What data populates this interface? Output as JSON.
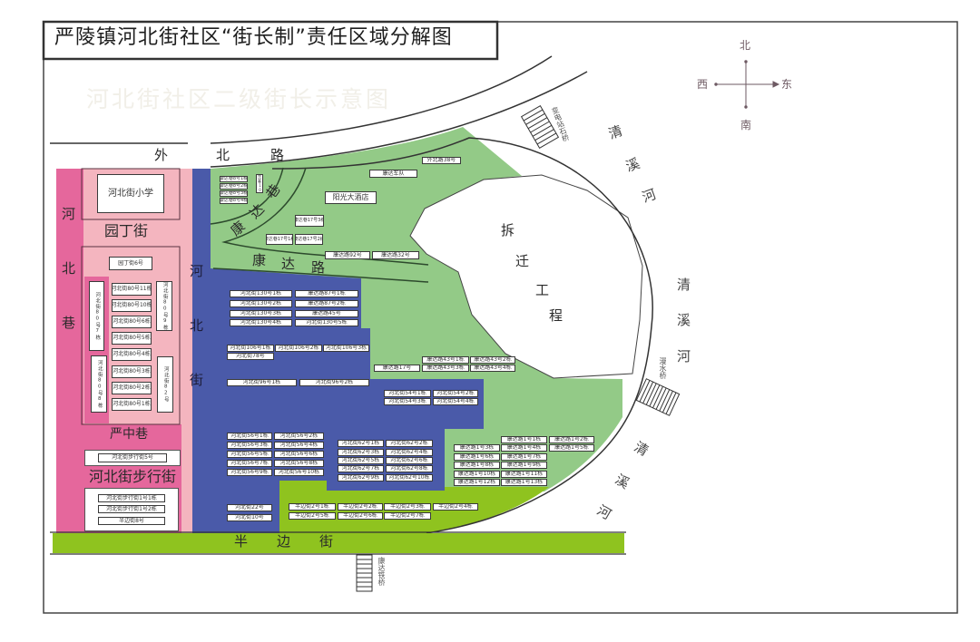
{
  "title": "严陵镇河北街社区“街长制”责任区域分解图",
  "watermark": "河北街社区二级街长示意图",
  "compass": {
    "north": "北",
    "south": "南",
    "west": "西",
    "east": "东"
  },
  "roads": {
    "waibei_lu": [
      "外",
      "北",
      "路"
    ],
    "yuanding_jie": "园丁街",
    "hebei_xiang": [
      "河",
      "北",
      "巷"
    ],
    "hebei_jie": [
      "河",
      "北",
      "街"
    ],
    "kangda_xiang": [
      "康",
      "达",
      "巷"
    ],
    "kangda_lu": [
      "康",
      "达",
      "路"
    ],
    "yanzhong_xiang": "严中巷",
    "hebei_buxingjie": "河北街步行街",
    "banbian_jie": [
      "半",
      "边",
      "街"
    ]
  },
  "river": {
    "labels": [
      [
        "清",
        "溪",
        "河"
      ],
      [
        "清",
        "溪",
        "河"
      ],
      [
        "清",
        "溪",
        "河"
      ]
    ]
  },
  "bridges": {
    "top": "变电站石桥",
    "right": "漫水桥",
    "bottom": "康达铁桥"
  },
  "demolition_zone": [
    "拆",
    "迁",
    "工",
    "程"
  ],
  "colors": {
    "hebei_xiang_zone": "#e5679c",
    "yuanding_zone": "#f4b5bf",
    "hebei_jie_zone": "#4a5aa9",
    "kangda_zone": "#93ca87",
    "banbian_zone": "#8fc31f",
    "compass": "#6e5a63"
  },
  "buildings": {
    "pink": {
      "school": "河北街小学",
      "yuanding6": "园丁街6号",
      "middle": [
        "河北街80号11栋",
        "河北街80号10栋",
        "河北街80号6栋",
        "河北街80号5栋",
        "河北街80号4栋",
        "河北街80号3栋",
        "河北街80号2栋",
        "河北街80号1栋"
      ],
      "left_vertical": [
        "河北街80号7栋",
        "河北街80号8栋"
      ],
      "right_vertical": [
        "河北街80号9栋",
        "河北街82号"
      ],
      "buxingjie": [
        "河北街步行街5号",
        "河北街步行街1号1栋",
        "河北街步行街1号2栋",
        "半边街8号"
      ]
    },
    "green": {
      "kdx8": [
        "康达巷8号1栋",
        "康达巷8号2栋",
        "康达巷8号3栋",
        "康达巷8号4栋"
      ],
      "kdx10": "康达巷10号",
      "kdx17": [
        "康达巷17号1栋",
        "康达巷17号2栋",
        "康达巷17号3栋"
      ],
      "hotel": "阳光大酒店",
      "fleet": "康达车队",
      "wbl38": "外北路38号",
      "kdl92": "康达路92号",
      "kdl32": "康达路32号",
      "kdl17": "康达路17号",
      "kdl43": [
        "康达路43号1栋",
        "康达路43号2栋",
        "康达路43号3栋",
        "康达路43号4栋"
      ],
      "kdl1": [
        "康达路1号1栋",
        "康达路1号2栋",
        "康达路1号3栋",
        "康达路1号4栋",
        "康达路1号5栋",
        "康达路1号6栋",
        "康达路1号7栋",
        "康达路1号8栋",
        "康达路1号9栋",
        "康达路1号10栋",
        "康达路1号11栋",
        "康达路1号12栋",
        "康达路1号13栋"
      ]
    },
    "blue": {
      "r130": [
        [
          "河北街130号1栋",
          "康达路87号1栋"
        ],
        [
          "河北街130号2栋",
          "康达路87号2栋"
        ],
        [
          "河北街130号3栋",
          "康达路45号"
        ],
        [
          "河北街130号4栋",
          "河北街130号5栋"
        ]
      ],
      "r106": [
        "河北街106号1栋",
        "河北街106号2栋",
        "河北街106号3栋"
      ],
      "r78": "河北街78号",
      "r96": [
        "河北街96号1栋",
        "河北街96号2栋"
      ],
      "r54": [
        "河北街54号1栋",
        "河北街54号2栋",
        "河北街54号3栋",
        "河北街54号4栋"
      ],
      "r56": [
        "河北街56号1栋",
        "河北街56号2栋",
        "河北街56号3栋",
        "河北街56号4栋",
        "河北街56号5栋",
        "河北街56号6栋",
        "河北街56号7栋",
        "河北街56号8栋",
        "河北街56号9栋",
        "河北街56号10栋"
      ],
      "r62": [
        "河北街62号1栋",
        "河北街62号2栋",
        "河北街62号3栋",
        "河北街62号4栋",
        "河北街62号5栋",
        "河北街62号6栋",
        "河北街62号7栋",
        "河北街62号8栋",
        "河北街62号9栋",
        "河北街62号10栋"
      ],
      "south": [
        "河北街22号",
        "河北街10号"
      ]
    },
    "yellow": {
      "banbian": [
        "半边街2号1栋",
        "半边街2号2栋",
        "半边街2号3栋",
        "半边街2号4栋",
        "半边街2号5栋",
        "半边街2号6栋",
        "半边街2号7栋"
      ]
    }
  }
}
